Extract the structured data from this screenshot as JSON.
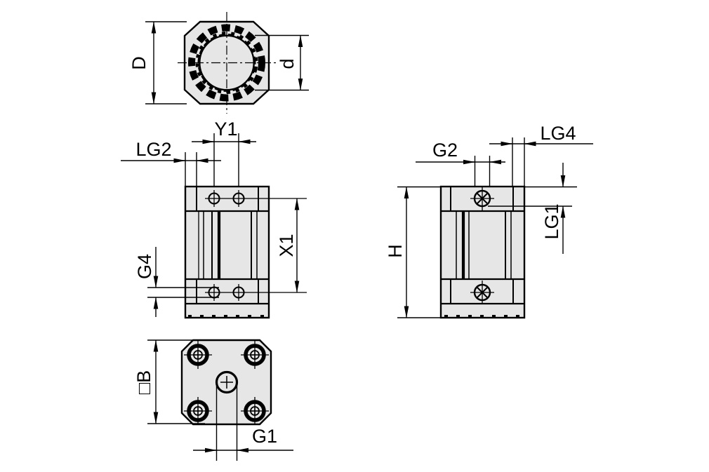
{
  "drawing": {
    "background_color": "#ffffff",
    "line_color": "#000000",
    "part_fill_color": "#e6e6e6",
    "views": {
      "end_view": {
        "dim_labels": {
          "D": "D",
          "d": "d"
        }
      },
      "front_view": {
        "dim_labels": {
          "Y1": "Y1",
          "LG2": "LG2",
          "G4": "G4",
          "X1": "X1"
        }
      },
      "side_view": {
        "dim_labels": {
          "G2": "G2",
          "LG4": "LG4",
          "H": "H",
          "LG1": "LG1"
        }
      },
      "bottom_view": {
        "dim_labels": {
          "B": "□B",
          "G1": "G1"
        }
      }
    }
  }
}
